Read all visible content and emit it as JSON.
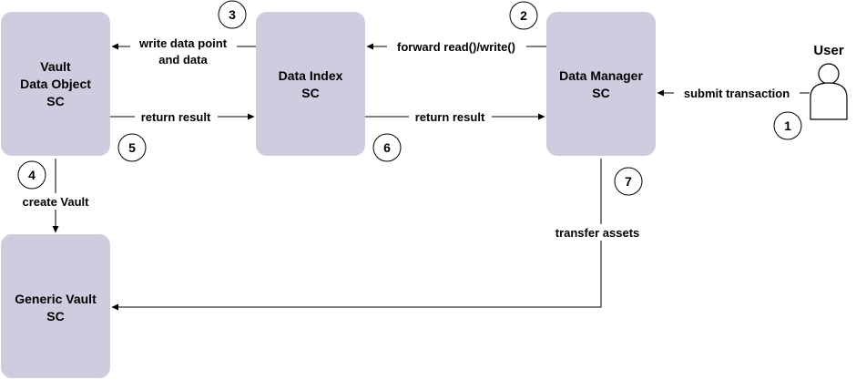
{
  "colors": {
    "node_fill": "#d0cce0",
    "line": "#000000",
    "label_bg": "#ffffff"
  },
  "actor": {
    "label": "User",
    "icon": "user-icon"
  },
  "nodes": {
    "vault_data_object": {
      "line1": "Vault",
      "line2": "Data Object",
      "line3": "SC"
    },
    "data_index": {
      "line1": "Data Index",
      "line2": "SC"
    },
    "data_manager": {
      "line1": "Data Manager",
      "line2": "SC"
    },
    "generic_vault": {
      "line1": "Generic Vault",
      "line2": "SC"
    }
  },
  "edges": {
    "submit_transaction": "submit transaction",
    "forward": "forward read()/write()",
    "write_line1": "write data point",
    "write_line2": "and data",
    "return_result_1": "return result",
    "return_result_2": "return result",
    "create_vault": "create Vault",
    "transfer_assets": "transfer assets"
  },
  "steps": [
    "1",
    "2",
    "3",
    "4",
    "5",
    "6",
    "7"
  ]
}
